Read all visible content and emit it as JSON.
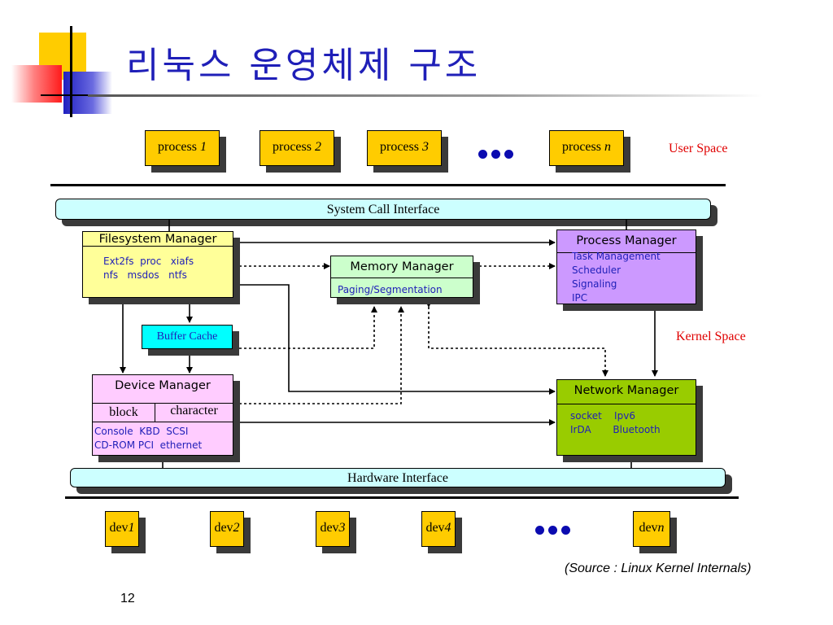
{
  "title": "리눅스 운영체제 구조",
  "processes": [
    {
      "prefix": "process ",
      "num": "1"
    },
    {
      "prefix": "process ",
      "num": "2"
    },
    {
      "prefix": "process ",
      "num": "3"
    },
    {
      "prefix": "process ",
      "num": "n"
    }
  ],
  "user_space": "User Space",
  "kernel_space": "Kernel Space",
  "system_call_interface": "System Call Interface",
  "hardware_interface": "Hardware Interface",
  "filesystem_manager": {
    "title": "Filesystem Manager",
    "line1": "Ext2fs  proc   xiafs",
    "line2": "nfs   msdos   ntfs"
  },
  "memory_manager": {
    "title": "Memory Manager",
    "sub": "Paging/Segmentation"
  },
  "process_manager": {
    "title": "Process Manager",
    "items": [
      "Task Management",
      "Scheduler",
      "Signaling",
      "IPC"
    ]
  },
  "buffer_cache": "Buffer Cache",
  "device_manager": {
    "title": "Device Manager",
    "block": "block",
    "character": "character",
    "line1": "Console  KBD  SCSI",
    "line2": "CD-ROM PCI  ethernet"
  },
  "network_manager": {
    "title": "Network Manager",
    "line1": "socket    Ipv6",
    "line2": "IrDA       Bluetooth"
  },
  "devices": [
    {
      "prefix": "dev",
      "num": "1"
    },
    {
      "prefix": "dev",
      "num": "2"
    },
    {
      "prefix": "dev",
      "num": "3"
    },
    {
      "prefix": "dev",
      "num": "4"
    },
    {
      "prefix": "dev",
      "num": "n"
    }
  ],
  "source": "(Source : Linux Kernel Internals)",
  "page_number": "12",
  "colors": {
    "title": "#1f1fb8",
    "process_box": "#ffcc00",
    "interface_bar": "#ccffff",
    "filesystem": "#ffff99",
    "memory": "#ccffcc",
    "process_manager": "#cc99ff",
    "buffer_cache": "#00ffff",
    "device_manager": "#ffccff",
    "network_manager": "#99cc00",
    "accent_red": "#e00000"
  }
}
